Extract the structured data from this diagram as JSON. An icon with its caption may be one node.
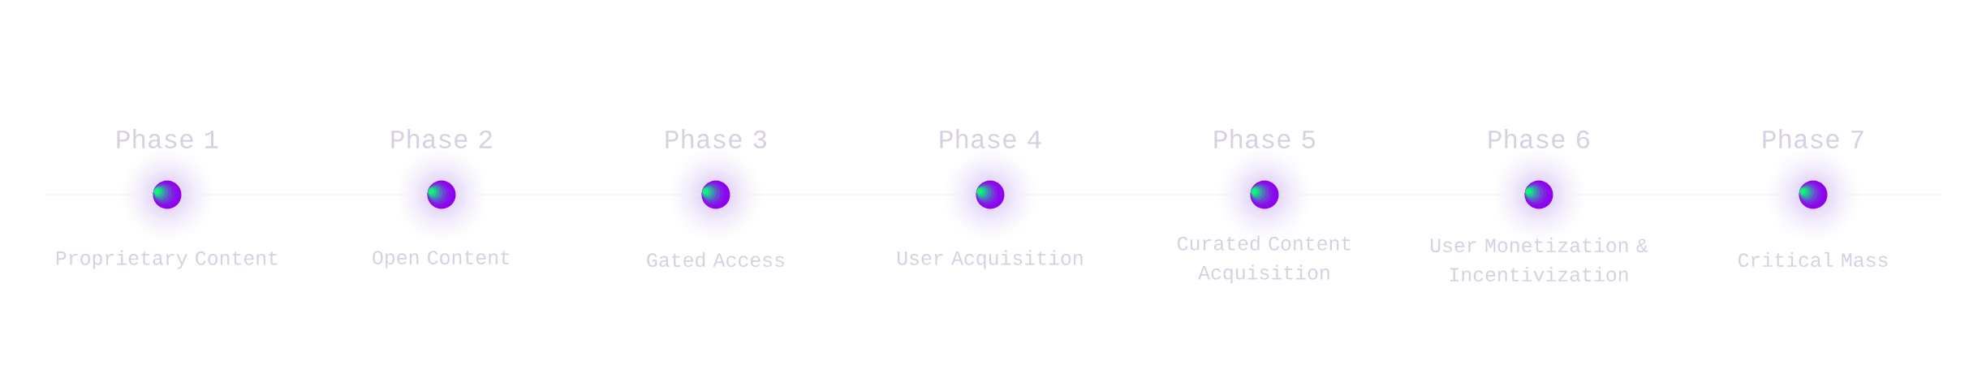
{
  "diagram": {
    "nodes": [
      {
        "text": [],
        "shape": "circle",
        "beside": [
          "Phase 1",
          "Proprietary Content"
        ]
      },
      {
        "text": [],
        "shape": "circle",
        "beside": [
          "Phase 2",
          "Open Content"
        ]
      },
      {
        "text": [],
        "shape": "circle",
        "beside": [
          "Phase 3",
          "Gated Access"
        ]
      },
      {
        "text": [],
        "shape": "circle",
        "beside": [
          "Phase 4",
          "User Acquisition"
        ]
      },
      {
        "text": [],
        "shape": "circle",
        "beside": [
          "Phase 5",
          "Curated Content Acquisition"
        ]
      },
      {
        "text": [],
        "shape": "circle",
        "beside": [
          "Phase 6",
          "User Monetization & Incentivization"
        ]
      },
      {
        "text": [],
        "shape": "circle",
        "beside": [
          "Phase 7",
          "Critical Mass"
        ]
      }
    ],
    "edges": [
      {
        "from": null,
        "to": 0,
        "arrow": "none"
      },
      {
        "from": 0,
        "to": 1,
        "arrow": "none"
      },
      {
        "from": 1,
        "to": 2,
        "arrow": "none"
      },
      {
        "from": 2,
        "to": 3,
        "arrow": "none"
      },
      {
        "from": 3,
        "to": 4,
        "arrow": "none"
      },
      {
        "from": 4,
        "to": 5,
        "arrow": "none"
      },
      {
        "from": 5,
        "to": 6,
        "arrow": "none"
      },
      {
        "from": 6,
        "to": null,
        "arrow": "none"
      }
    ]
  }
}
